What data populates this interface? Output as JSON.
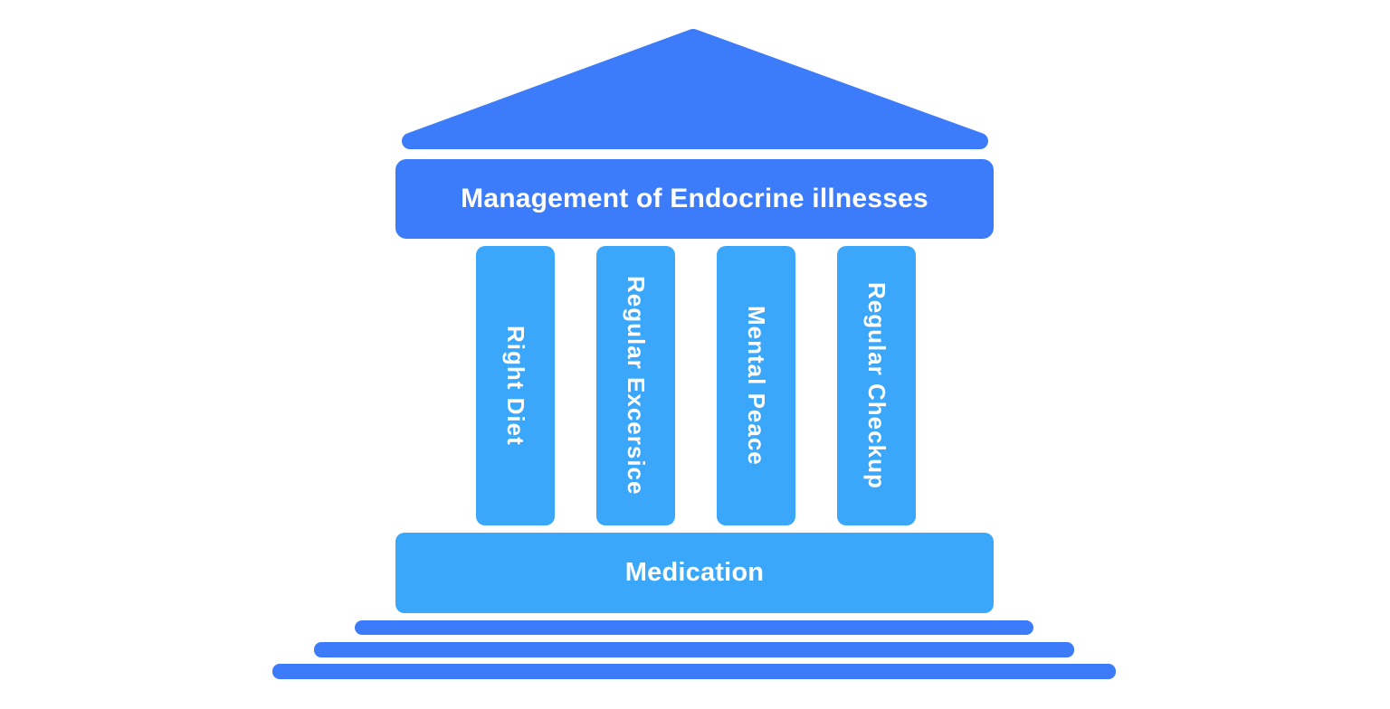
{
  "diagram": {
    "title": "Management of Endocrine illnesses",
    "pillars": [
      "Right Diet",
      "Regular Excersice",
      "Mental Peace",
      "Regular Checkup"
    ],
    "foundation": "Medication",
    "colors": {
      "primary_blue": "#3C7CFA",
      "light_blue": "#3BA7FA",
      "text_white": "#FFFFFF"
    }
  }
}
